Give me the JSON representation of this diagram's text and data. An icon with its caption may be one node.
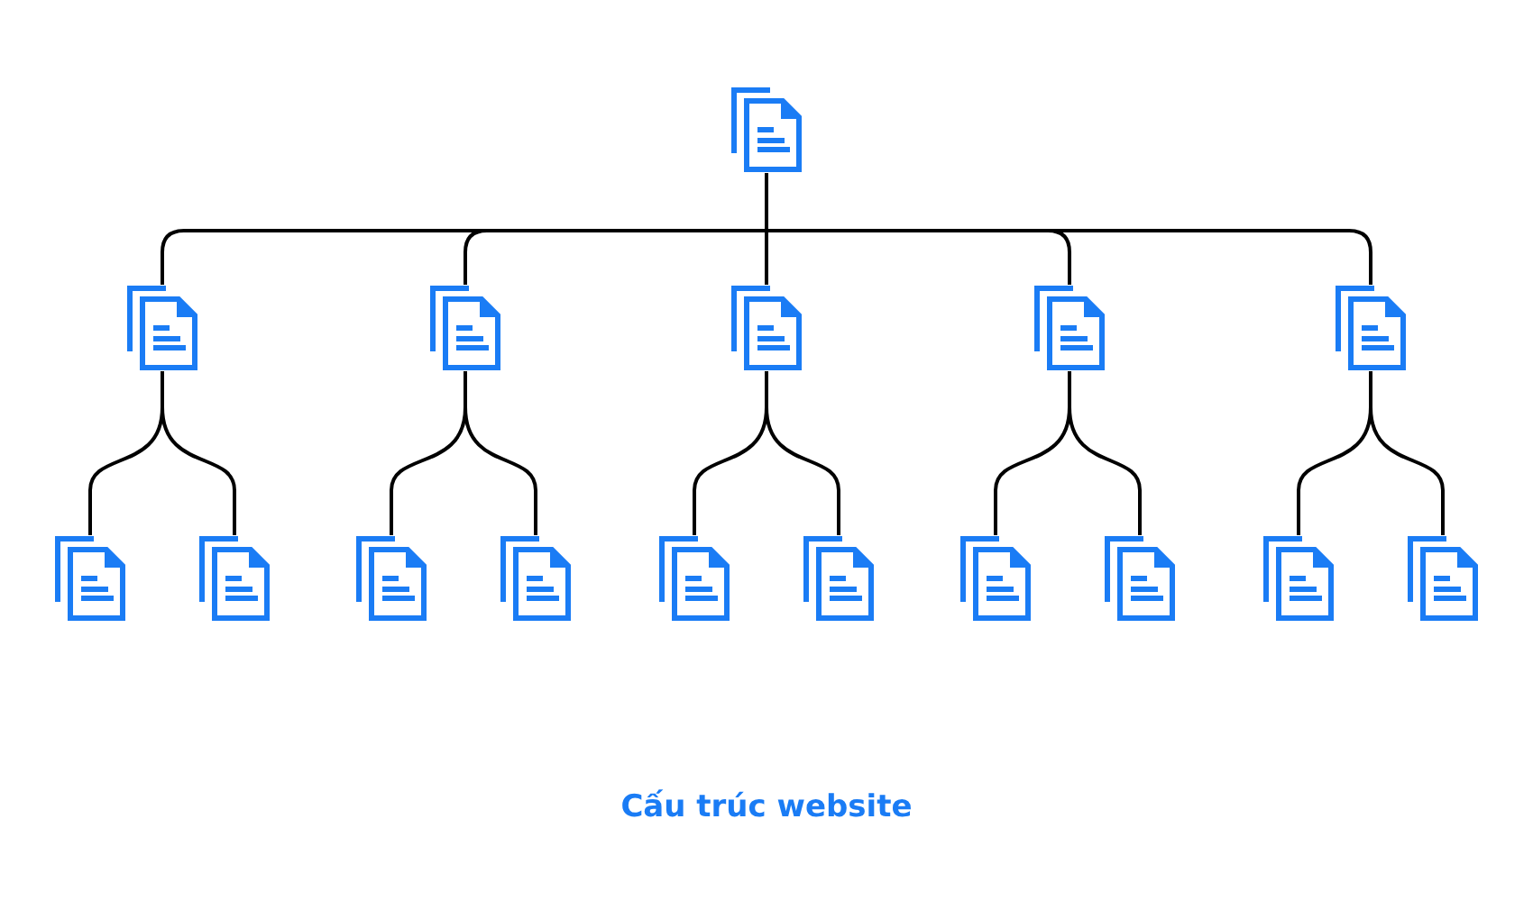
{
  "diagram": {
    "caption": "Cấu trúc website",
    "nodes": [
      {
        "text": [],
        "shape": "picture"
      },
      {
        "text": [],
        "shape": "picture"
      },
      {
        "text": [],
        "shape": "picture"
      },
      {
        "text": [],
        "shape": "picture"
      },
      {
        "text": [],
        "shape": "picture"
      },
      {
        "text": [],
        "shape": "picture"
      },
      {
        "text": [],
        "shape": "picture"
      },
      {
        "text": [],
        "shape": "picture"
      },
      {
        "text": [],
        "shape": "picture"
      },
      {
        "text": [],
        "shape": "picture"
      },
      {
        "text": [],
        "shape": "picture"
      },
      {
        "text": [],
        "shape": "picture"
      },
      {
        "text": [],
        "shape": "picture"
      },
      {
        "text": [],
        "shape": "picture"
      },
      {
        "text": [],
        "shape": "picture"
      },
      {
        "text": [],
        "shape": "picture"
      }
    ],
    "edges": [
      {
        "from": 0,
        "to": 1,
        "arrow": "none"
      },
      {
        "from": 0,
        "to": 2,
        "arrow": "none"
      },
      {
        "from": 0,
        "to": 3,
        "arrow": "none"
      },
      {
        "from": 0,
        "to": 4,
        "arrow": "none"
      },
      {
        "from": 0,
        "to": 5,
        "arrow": "none"
      },
      {
        "from": 1,
        "to": 6,
        "arrow": "none"
      },
      {
        "from": 1,
        "to": 7,
        "arrow": "none"
      },
      {
        "from": 2,
        "to": 8,
        "arrow": "none"
      },
      {
        "from": 2,
        "to": 9,
        "arrow": "none"
      },
      {
        "from": 3,
        "to": 10,
        "arrow": "none"
      },
      {
        "from": 3,
        "to": 11,
        "arrow": "none"
      },
      {
        "from": 4,
        "to": 12,
        "arrow": "none"
      },
      {
        "from": 4,
        "to": 13,
        "arrow": "none"
      },
      {
        "from": 5,
        "to": 14,
        "arrow": "none"
      },
      {
        "from": 5,
        "to": 15,
        "arrow": "none"
      }
    ]
  }
}
